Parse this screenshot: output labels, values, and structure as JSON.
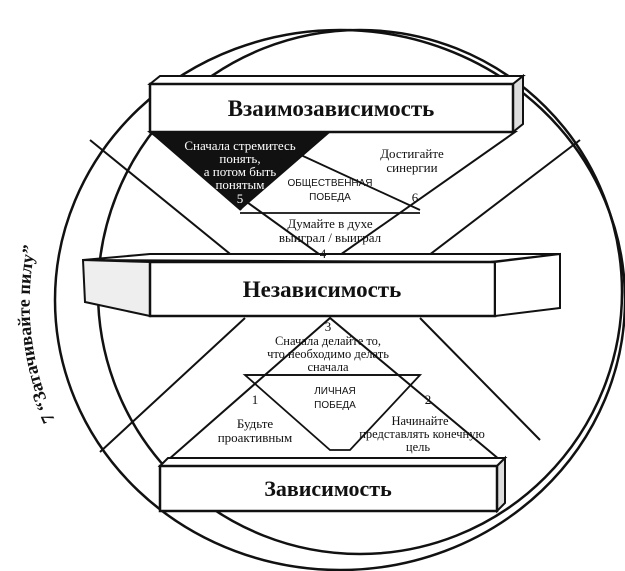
{
  "diagram": {
    "levels": {
      "interdependence": "Взаимозависимость",
      "independence": "Независимость",
      "dependence": "Зависимость"
    },
    "victories": {
      "public": [
        "ОБЩЕСТВЕННАЯ",
        "ПОБЕДА"
      ],
      "private": [
        "ЛИЧНАЯ",
        "ПОБЕДА"
      ]
    },
    "habits": {
      "h1": {
        "num": "1",
        "lines": [
          "Будьте",
          "проактивным"
        ]
      },
      "h2": {
        "num": "2",
        "lines": [
          "Начинайте",
          "представлять конечную",
          "цель"
        ]
      },
      "h3": {
        "num": "3",
        "lines": [
          "Сначала делайте то,",
          "что необходимо делать",
          "сначала"
        ]
      },
      "h4": {
        "num": "4",
        "lines": [
          "Думайте в духе",
          "выиграл / выиграл"
        ]
      },
      "h5": {
        "num": "5",
        "lines": [
          "Сначала стремитесь",
          "понять,",
          "а потом быть",
          "понятым"
        ]
      },
      "h6": {
        "num": "6",
        "lines": [
          "Достигайте",
          "синергии"
        ]
      },
      "h7": {
        "label": "7 “Затачивайте пилу”"
      }
    }
  }
}
